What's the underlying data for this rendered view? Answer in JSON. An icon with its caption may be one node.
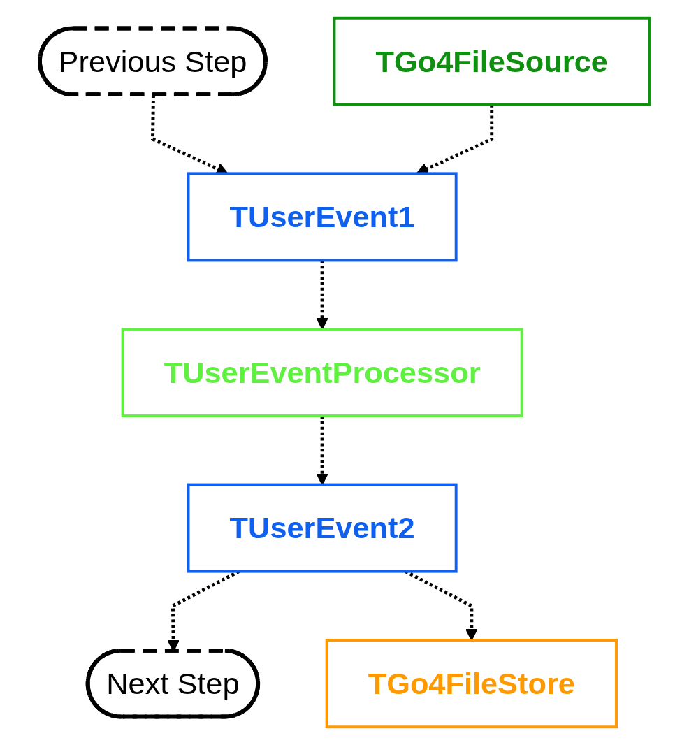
{
  "diagram": {
    "nodes": [
      {
        "text": [
          "Previous Step"
        ]
      },
      {
        "text": [
          "TGo4FileSource"
        ]
      },
      {
        "text": [
          "TUserEvent1"
        ]
      },
      {
        "text": [
          "TUserEventProcessor"
        ]
      },
      {
        "text": [
          "TUserEvent2"
        ]
      },
      {
        "text": [
          "Next Step"
        ]
      },
      {
        "text": [
          "TGo4FileStore"
        ]
      }
    ],
    "edges": [
      {
        "from": 0,
        "to": 2,
        "arrow": "to",
        "style": "dashed"
      },
      {
        "from": 1,
        "to": 2,
        "arrow": "to",
        "style": "dashed"
      },
      {
        "from": 2,
        "to": 3,
        "arrow": "to",
        "style": "dashed"
      },
      {
        "from": 3,
        "to": 4,
        "arrow": "to",
        "style": "dashed"
      },
      {
        "from": 4,
        "to": 5,
        "arrow": "to",
        "style": "dashed"
      },
      {
        "from": 4,
        "to": 6,
        "arrow": "to",
        "style": "dashed"
      }
    ]
  }
}
